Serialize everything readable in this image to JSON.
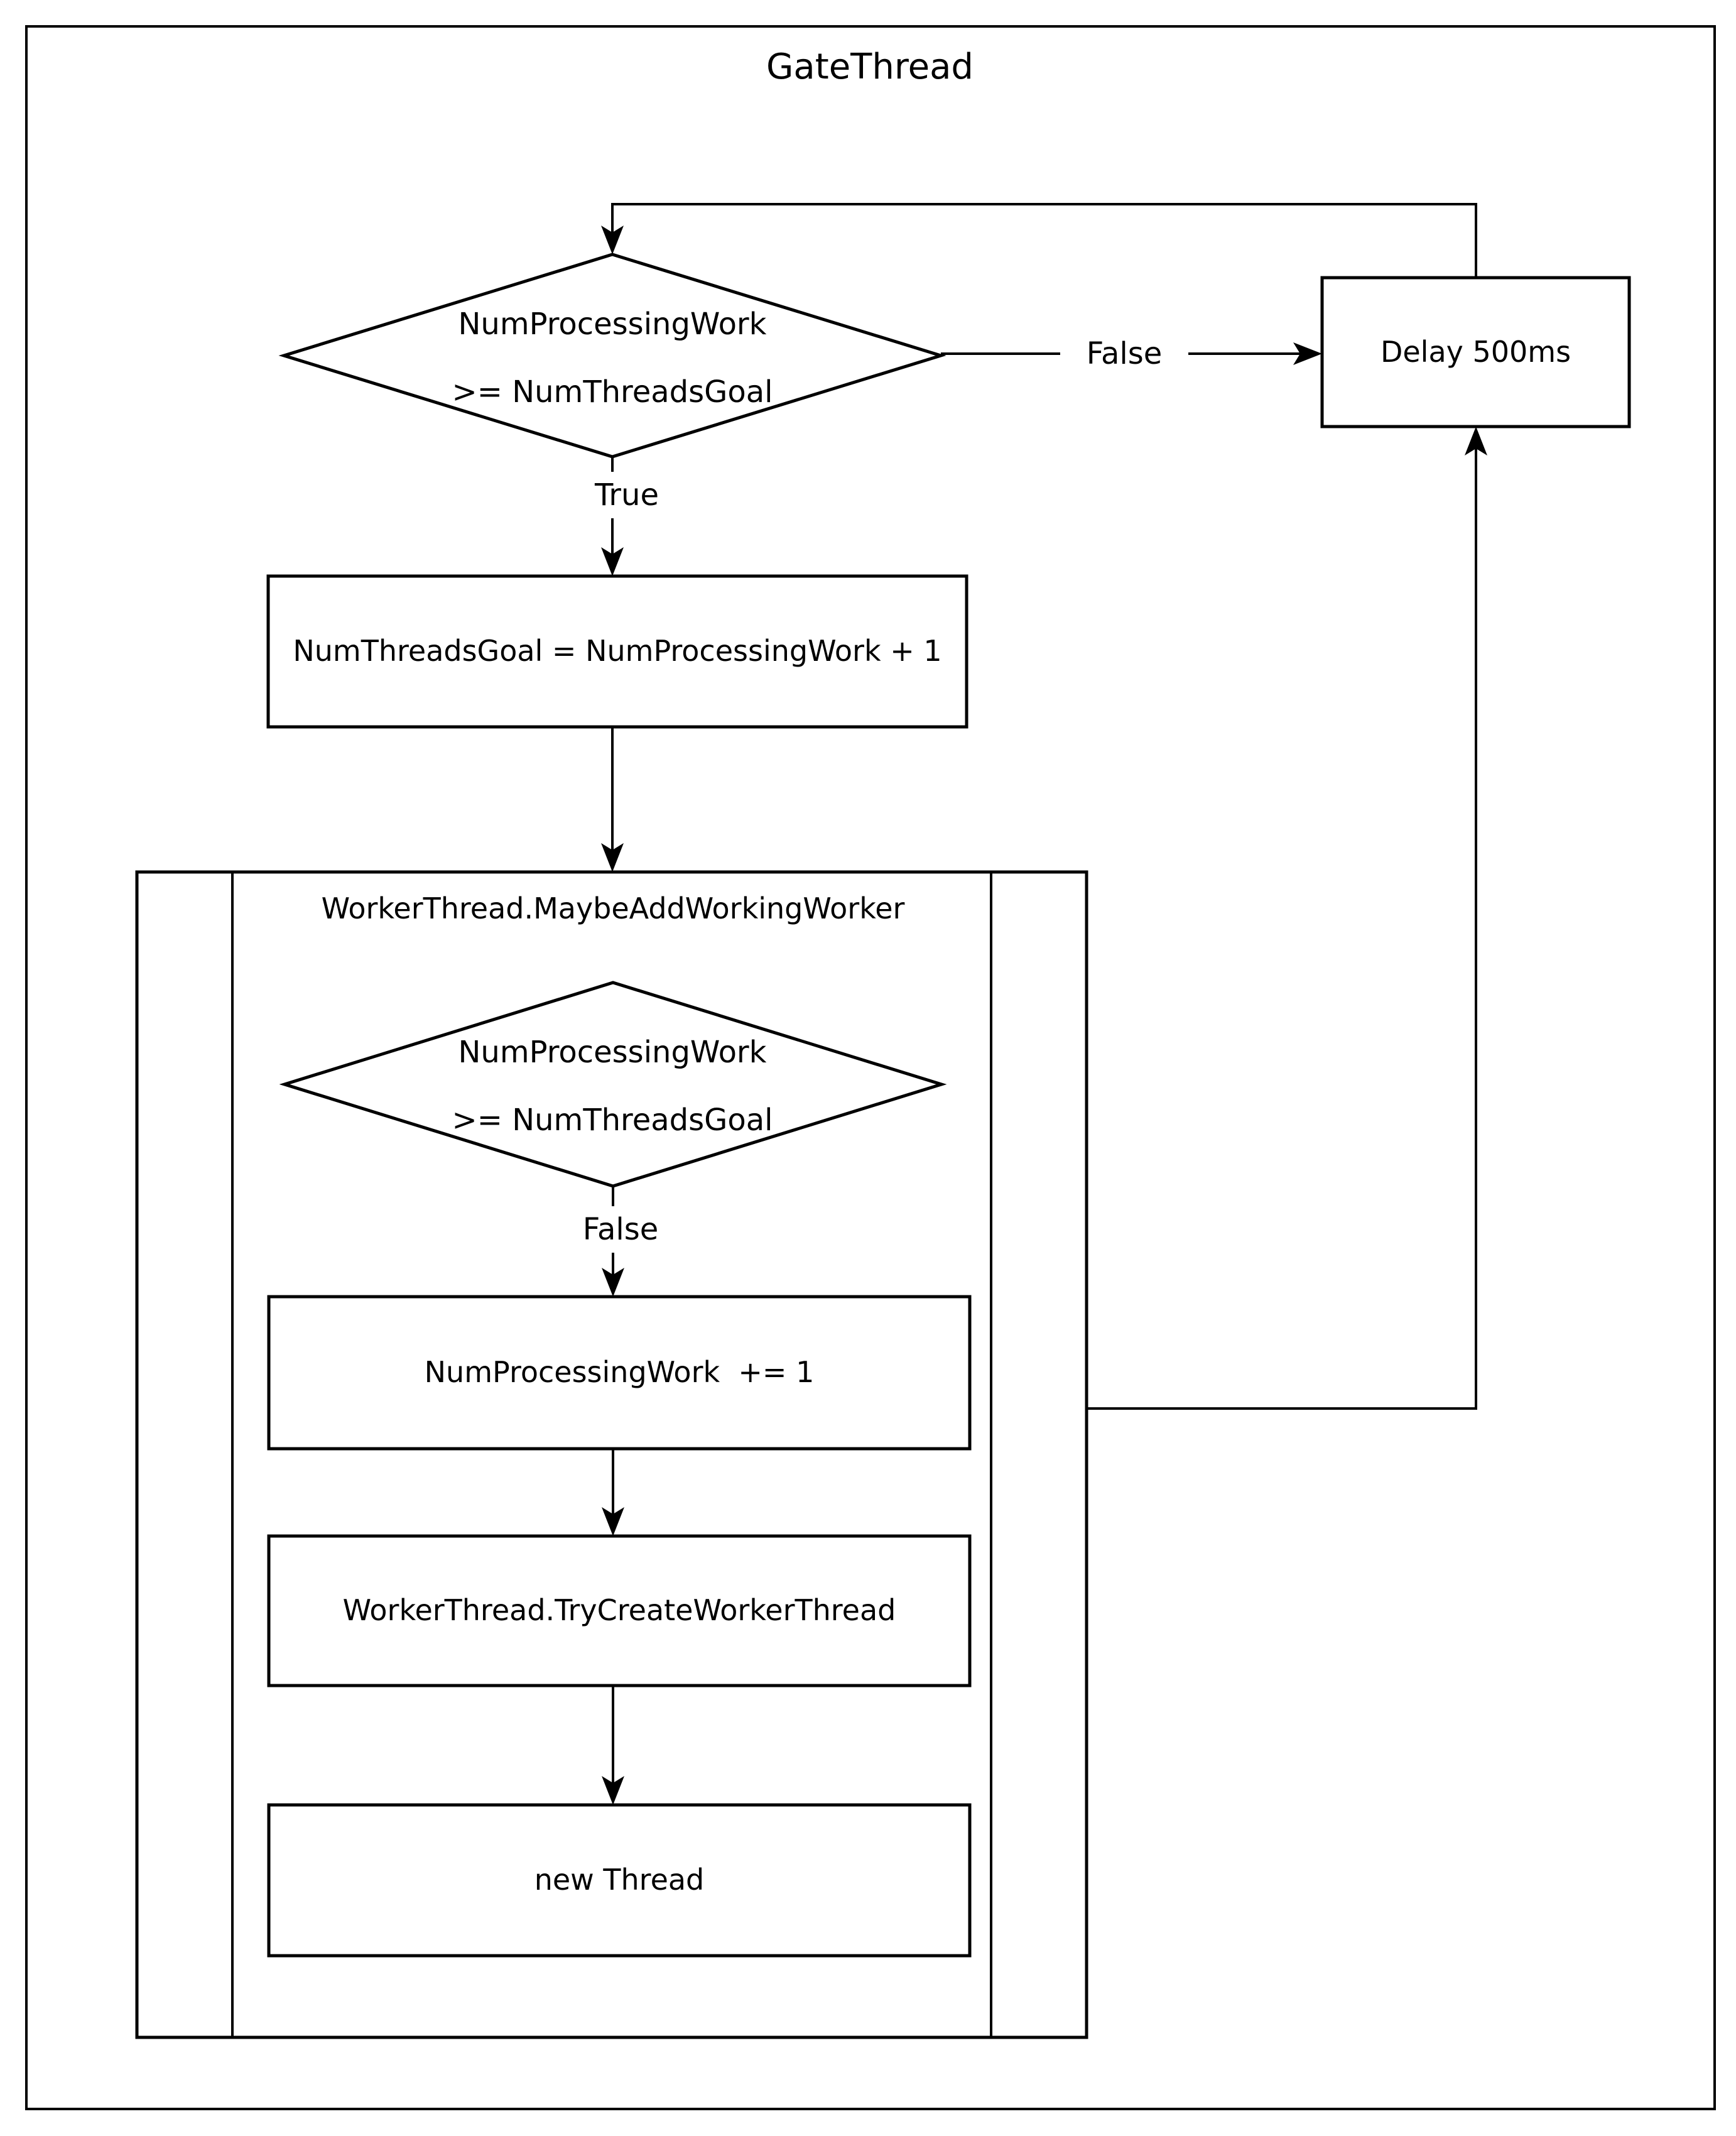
{
  "title": "GateThread",
  "nodes": {
    "decision_top": {
      "line1": "NumProcessingWork",
      "line2": ">= NumThreadsGoal"
    },
    "delay": {
      "label": "Delay 500ms"
    },
    "set_goal": {
      "label": "NumThreadsGoal = NumProcessingWork + 1"
    },
    "subroutine": {
      "title": "WorkerThread.MaybeAddWorkingWorker"
    },
    "decision_inner": {
      "line1": "NumProcessingWork",
      "line2": ">= NumThreadsGoal"
    },
    "increment": {
      "label": "NumProcessingWork  += 1"
    },
    "try_create": {
      "label": "WorkerThread.TryCreateWorkerThread"
    },
    "new_thread": {
      "label": "new Thread"
    }
  },
  "edge_labels": {
    "top_false": "False",
    "top_true": "True",
    "inner_false": "False"
  },
  "colors": {
    "stroke": "#000000",
    "background": "#ffffff"
  }
}
